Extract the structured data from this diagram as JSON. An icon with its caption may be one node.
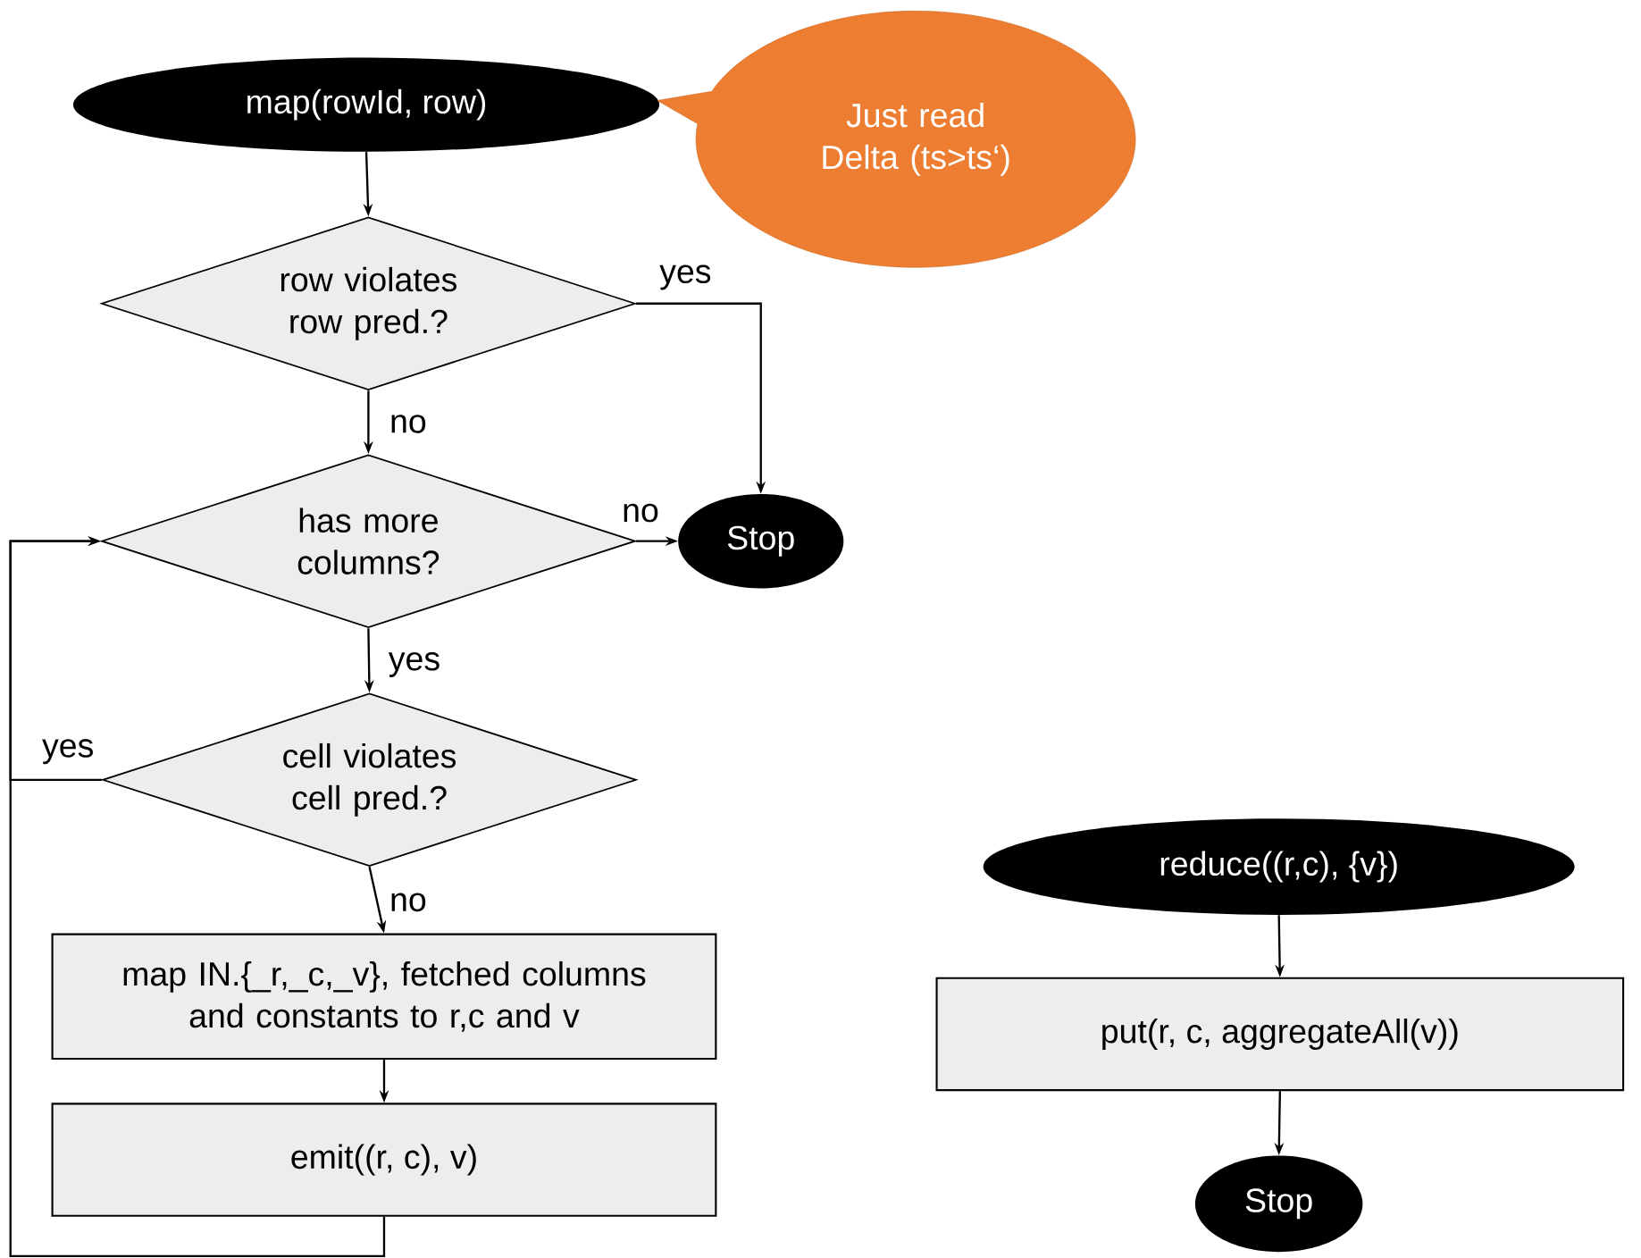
{
  "diagram": {
    "nodes": [
      {
        "text": [
          "map(rowId, row)"
        ]
      },
      {
        "text": [
          "Just read Delta (ts>ts‘)"
        ]
      },
      {
        "text": [
          "row violates row pred.?"
        ]
      },
      {
        "text": [
          "has more columns?"
        ]
      },
      {
        "text": [
          "Stop"
        ]
      },
      {
        "text": [
          "cell violates cell pred.?"
        ]
      },
      {
        "text": [
          "map IN.{_r,_c,_v}, fetched columns and constants to r,c and v"
        ]
      },
      {
        "text": [
          "emit((r, c), v)"
        ]
      },
      {
        "text": [
          "reduce((r,c), {v})"
        ]
      },
      {
        "text": [
          "put(r, c, aggregateAll(v))"
        ]
      },
      {
        "text": [
          "Stop"
        ]
      }
    ],
    "edges": [
      {
        "from": 0,
        "to": 2,
        "arrow": "to"
      },
      {
        "from": 2,
        "to": 4,
        "arrow": "to",
        "label": "yes"
      },
      {
        "from": 2,
        "to": 3,
        "arrow": "to",
        "label": "no"
      },
      {
        "from": 3,
        "to": 4,
        "arrow": "to",
        "label": "no"
      },
      {
        "from": 3,
        "to": 5,
        "arrow": "to",
        "label": "yes"
      },
      {
        "from": 5,
        "to": 3,
        "arrow": "to",
        "label": "yes"
      },
      {
        "from": 5,
        "to": 6,
        "arrow": "to",
        "label": "no"
      },
      {
        "from": 6,
        "to": 7,
        "arrow": "to"
      },
      {
        "from": 7,
        "to": 3,
        "arrow": "to"
      },
      {
        "from": 8,
        "to": 9,
        "arrow": "to"
      },
      {
        "from": 9,
        "to": 10,
        "arrow": "to"
      }
    ]
  }
}
